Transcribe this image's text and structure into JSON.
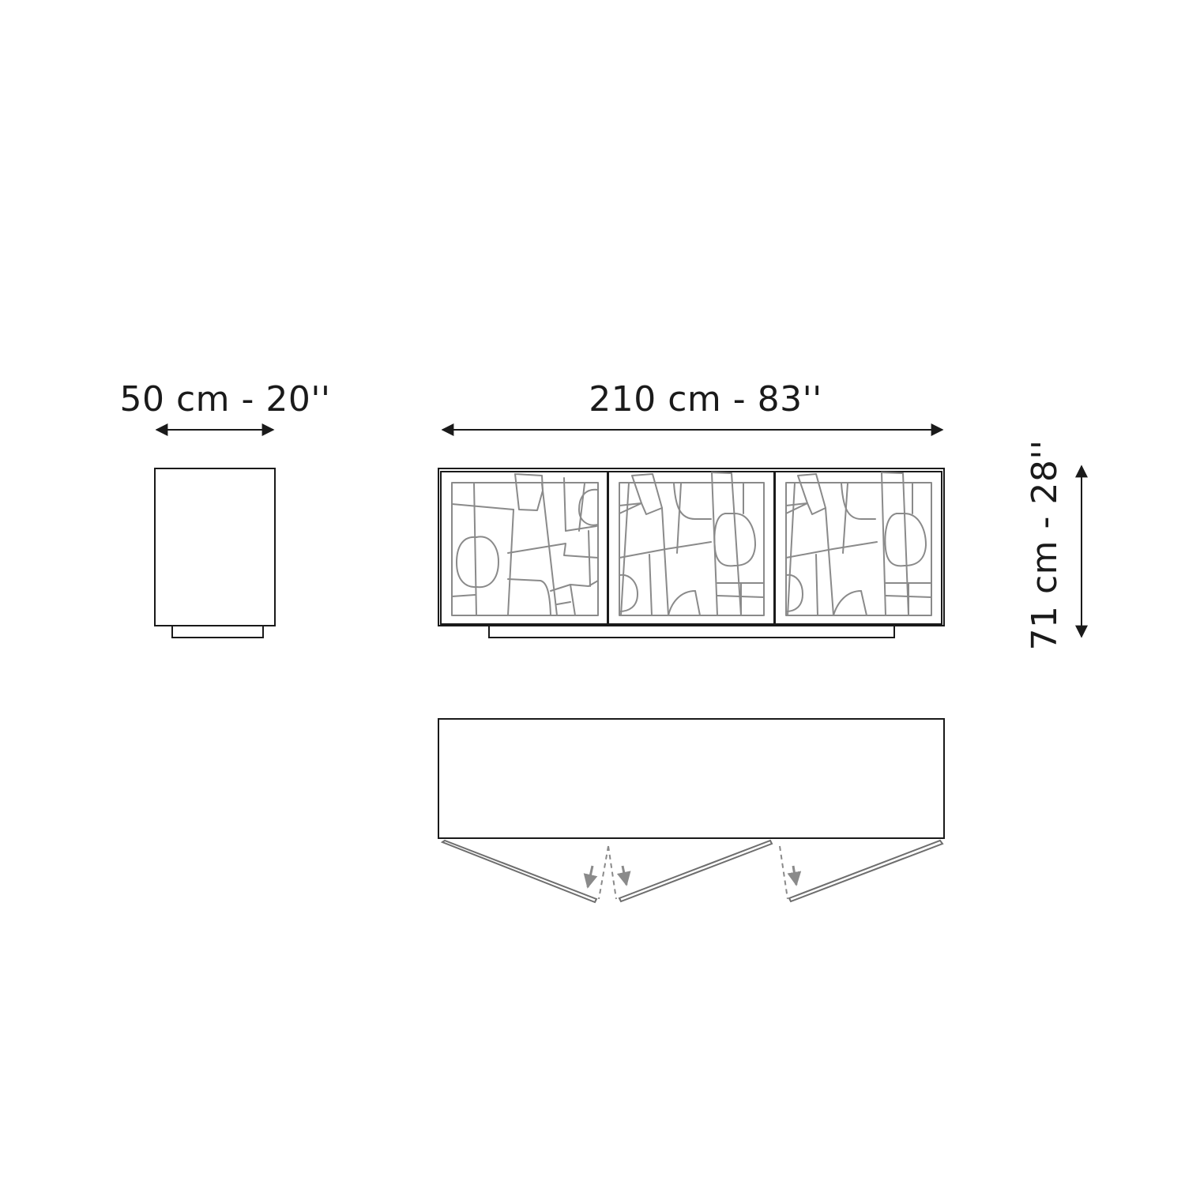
{
  "dimensions": {
    "depth_label": "50 cm - 20''",
    "width_label": "210 cm - 83''",
    "height_label": "71 cm - 28''"
  },
  "colors": {
    "outline": "#1a1a1a",
    "pattern": "#8a8a8a",
    "background": "#ffffff"
  },
  "icons": {
    "dimension_arrow": "double-headed-arrow",
    "door_swing_arrow": "down-arrow"
  }
}
